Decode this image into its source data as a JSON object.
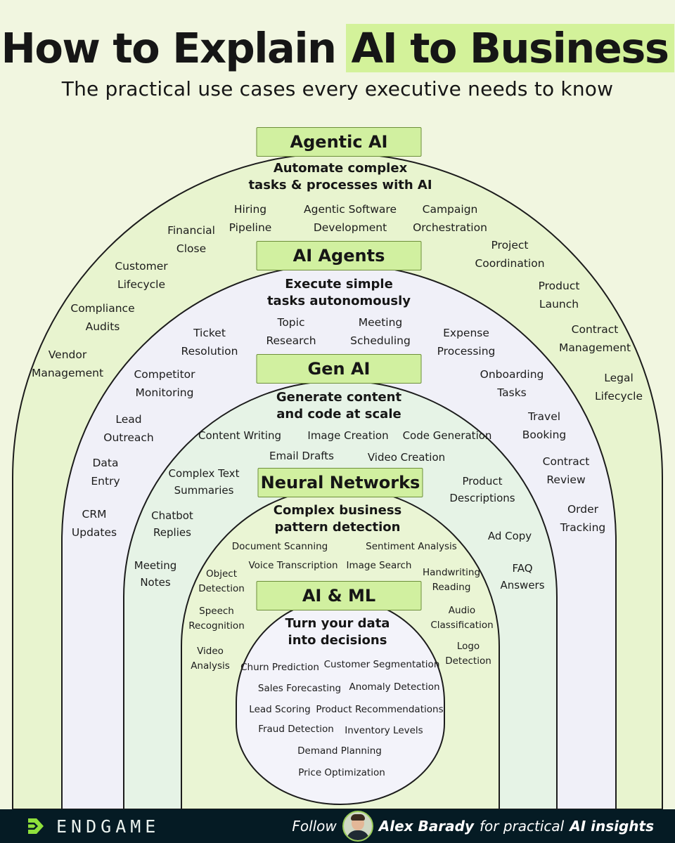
{
  "header": {
    "title_part1": "How to Explain",
    "title_part2": "AI to Business",
    "subtitle": "The practical use cases every executive needs to know"
  },
  "layers": [
    {
      "label": "Agentic AI",
      "desc_line1": "Automate complex",
      "desc_line2": "tasks & processes with AI",
      "items": [
        [
          "Hiring",
          "Pipeline"
        ],
        [
          "Agentic Software",
          "Development"
        ],
        [
          "Campaign",
          "Orchestration"
        ],
        [
          "Financial",
          "Close"
        ],
        [
          "Project",
          "Coordination"
        ],
        [
          "Customer",
          "Lifecycle"
        ],
        [
          "Product",
          "Launch"
        ],
        [
          "Compliance",
          "Audits"
        ],
        [
          "Contract",
          "Management"
        ],
        [
          "Vendor",
          "Management"
        ],
        [
          "Legal",
          "Lifecycle"
        ]
      ]
    },
    {
      "label": "AI Agents",
      "desc_line1": "Execute simple",
      "desc_line2": "tasks autonomously",
      "items": [
        [
          "Topic",
          "Research"
        ],
        [
          "Meeting",
          "Scheduling"
        ],
        [
          "Ticket",
          "Resolution"
        ],
        [
          "Expense",
          "Processing"
        ],
        [
          "Competitor",
          "Monitoring"
        ],
        [
          "Onboarding",
          "Tasks"
        ],
        [
          "Lead",
          "Outreach"
        ],
        [
          "Travel",
          "Booking"
        ],
        [
          "Data",
          "Entry"
        ],
        [
          "Contract",
          "Review"
        ],
        [
          "CRM",
          "Updates"
        ],
        [
          "Order",
          "Tracking"
        ]
      ]
    },
    {
      "label": "Gen AI",
      "desc_line1": "Generate content",
      "desc_line2": "and code at scale",
      "items": [
        "Content Writing",
        "Image Creation",
        "Code Generation",
        "Email Drafts",
        "Video Creation",
        [
          "Complex Text",
          "Summaries"
        ],
        [
          "Product",
          "Descriptions"
        ],
        [
          "Chatbot",
          "Replies"
        ],
        "Ad Copy",
        [
          "Meeting",
          "Notes"
        ],
        [
          "FAQ",
          "Answers"
        ]
      ]
    },
    {
      "label": "Neural Networks",
      "desc_line1": "Complex business",
      "desc_line2": "pattern detection",
      "items": [
        "Document Scanning",
        "Sentiment Analysis",
        "Voice Transcription",
        "Image Search",
        [
          "Object",
          "Detection"
        ],
        [
          "Handwriting",
          "Reading"
        ],
        [
          "Speech",
          "Recognition"
        ],
        [
          "Audio",
          "Classification"
        ],
        [
          "Video",
          "Analysis"
        ],
        [
          "Logo",
          "Detection"
        ]
      ]
    },
    {
      "label": "AI & ML",
      "desc_line1": "Turn your data",
      "desc_line2": "into decisions",
      "items": [
        "Churn Prediction",
        "Customer Segmentation",
        "Sales Forecasting",
        "Anomaly Detection",
        "Lead Scoring",
        "Product Recommendations",
        "Fraud Detection",
        "Inventory Levels",
        "Demand Planning",
        "Price Optimization"
      ]
    }
  ],
  "footer": {
    "brand": "ENDGAME",
    "follow": "Follow",
    "name": "Alex Barady",
    "for": "for practical",
    "ai": "AI insights"
  },
  "colors": {
    "background": "#f1f6e0",
    "ring_agentic": "#e8f4cf",
    "ring_agents": "#f0f0f8",
    "ring_genai": "#e6f3e6",
    "ring_neural": "#eaf5d4",
    "ring_aiml": "#f3f3fa",
    "label_fill": "#d1f0a0",
    "highlight": "#d3f29a",
    "footer": "#051b24"
  }
}
